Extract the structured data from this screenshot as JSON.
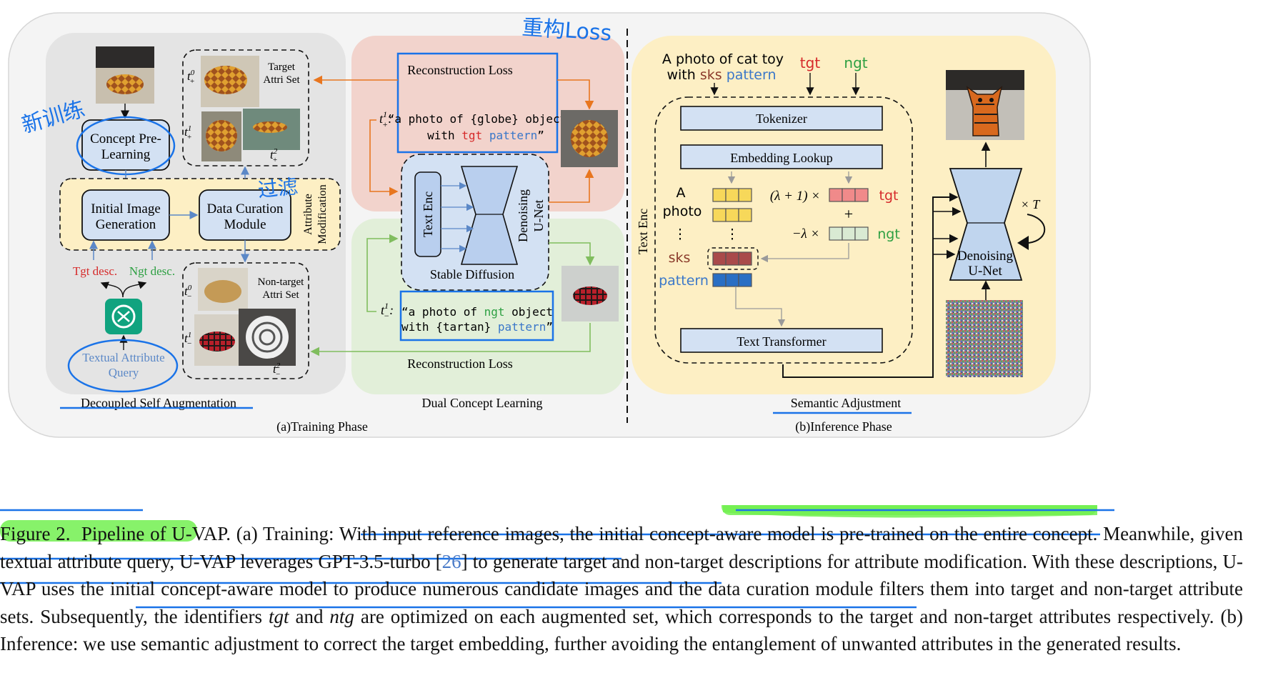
{
  "training": {
    "phase_caption": "(a)Training Phase",
    "self_aug": {
      "title": "Decoupled Self Augmentation",
      "concept_pre_learning": [
        "Concept Pre-",
        "Learning"
      ],
      "initial_image_generation": [
        "Initial Image",
        "Generation"
      ],
      "data_curation": [
        "Data Curation",
        "Module"
      ],
      "attribute_modification": [
        "Attribute",
        "Modification"
      ],
      "target_set_label": [
        "Target",
        "Attri Set"
      ],
      "nontarget_set_label": [
        "Non-target",
        "Attri Set"
      ],
      "tgt_desc": "Tgt desc.",
      "ngt_desc": "Ngt desc.",
      "textual_attribute_query": [
        "Textual Attribute",
        "Query"
      ],
      "t_plus": [
        "t",
        "0",
        "+",
        "t",
        "1",
        "+",
        "t",
        "2",
        "+"
      ],
      "t_minus": [
        "t",
        "0",
        "−",
        "t",
        "1",
        "−",
        "t",
        "2",
        "−"
      ]
    },
    "dual_concept": {
      "title": "Dual Concept Learning",
      "reconstruction_loss_top": "Reconstruction Loss",
      "reconstruction_loss_bottom": "Reconstruction Loss",
      "prompt_top_line1": [
        "“a photo of {globe} object"
      ],
      "prompt_top_line2": [
        "with ",
        "tgt",
        " ",
        "pattern",
        "”"
      ],
      "prompt_bottom_line1": [
        "“a photo of ",
        "ngt",
        " object"
      ],
      "prompt_bottom_line2": [
        "with {tartan} ",
        "pattern",
        "”"
      ],
      "text_enc": "Text Enc",
      "denoising_unet": [
        "Denoising",
        "U-Net"
      ],
      "stable_diffusion": "Stable Diffusion",
      "t_plus_one": [
        "t",
        "1",
        "+",
        ":"
      ],
      "t_minus_one": [
        "t",
        "1",
        "−",
        ":"
      ]
    }
  },
  "inference": {
    "phase_caption": "(b)Inference Phase",
    "title": "Semantic Adjustment",
    "prompt_line1": "A photo of cat toy",
    "prompt_line2": [
      "with ",
      "sks",
      " ",
      "pattern"
    ],
    "tgt": "tgt",
    "ngt": "ngt",
    "tokenizer": "Tokenizer",
    "embedding_lookup": "Embedding Lookup",
    "text_transformer": "Text Transformer",
    "text_enc": "Text Enc",
    "tokens": [
      "A",
      "photo",
      "⋮",
      "sks",
      "pattern"
    ],
    "lambda_plus": "(λ + 1) ×",
    "plus": "+",
    "minus_lambda": "−λ ×",
    "times_T": "× T",
    "denoising_unet": [
      "Denoising",
      "U-Net"
    ]
  },
  "handwriting": [
    "新训练",
    "过滤",
    "重构Loss"
  ],
  "caption": {
    "label": "Figure 2.",
    "text_1": "Pipeline of U-VAP. (a) Training: With input reference images, the initial concept-aware model is pre-trained on the entire concept. Meanwhile, given textual attribute query, U-VAP leverages GPT-3.5-turbo [",
    "cite": "26",
    "text_2": "] to generate target and non-target descriptions for attribute modification. With these descriptions, U-VAP uses the initial concept-aware model to produce numerous candidate images and the data curation module filters them into target and non-target attribute sets. Subsequently, the identifiers ",
    "tgt": "tgt",
    "and": " and ",
    "ntg": "ntg",
    "text_3": " are optimized on each augmented set, which corresponds to the target and non-target attributes respectively. (b) Inference: we use semantic adjustment to correct the target embedding, further avoiding the entanglement of unwanted attributes in the generated results."
  },
  "colors": {
    "gray_panel": "#e4e4e4",
    "pink_panel": "#f2d3cc",
    "green_panel": "#e2efd9",
    "yellow_panel": "#fdefc4",
    "box_blue": "#d3e1f3",
    "pen_blue": "#1a73e8",
    "highlight_green": "#72f050",
    "tgt_red": "#d62b2b",
    "ngt_green": "#2ea043",
    "pattern_blue": "#3a77c9",
    "sks_brown": "#8b3b2b",
    "gpt_teal": "#10a37f"
  }
}
